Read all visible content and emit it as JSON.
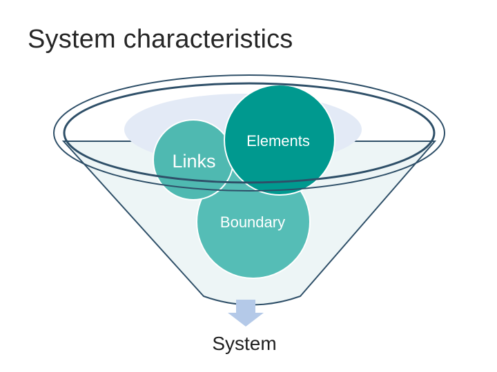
{
  "title": "System characteristics",
  "diagram": {
    "links_label": "Links",
    "elements_label": "Elements",
    "boundary_label": "Boundary",
    "output_label": "System"
  },
  "colors": {
    "funnel_fill": "#edf5f6",
    "funnel_stroke": "#2e4f68",
    "rim_ellipse_fill": "#e3eaf6",
    "links_circle": "#4fb9b1",
    "elements_circle": "#00998f",
    "boundary_circle": "#55bdb6",
    "arrow": "#b4c9e8",
    "circle_text": "#ffffff",
    "output_text": "#1f1f1f"
  }
}
